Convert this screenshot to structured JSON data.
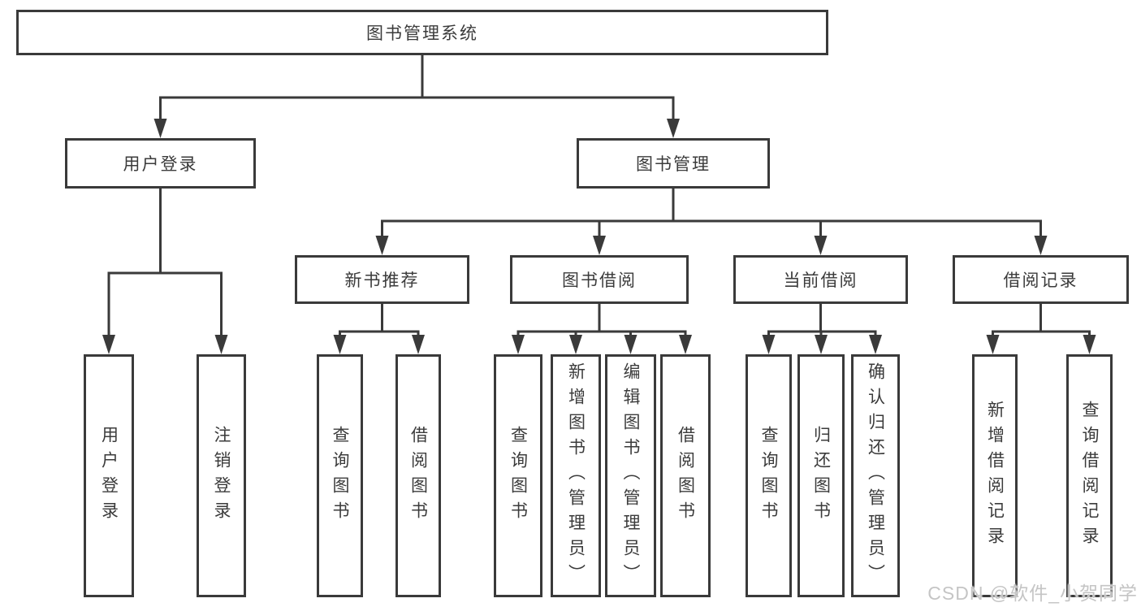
{
  "nodes": {
    "root": "图书管理系统",
    "user_login": "用户登录",
    "book_management": "图书管理",
    "new_book_recommend": "新书推荐",
    "book_borrowing": "图书借阅",
    "current_borrowing": "当前借阅",
    "borrowing_records": "借阅记录",
    "leaf_user_login": "用户登录",
    "leaf_logout_login": "注销登录",
    "leaf_query_books_recommend": "查询图书",
    "leaf_borrow_books_recommend": "借阅图书",
    "leaf_query_books_borrowing": "查询图书",
    "leaf_add_books_admin": "新增图书（管理员）",
    "leaf_edit_books_admin": "编辑图书（管理员）",
    "leaf_borrow_books_borrowing": "借阅图书",
    "leaf_query_books_current": "查询图书",
    "leaf_return_books": "归还图书",
    "leaf_confirm_return_admin": "确认归还（管理员）",
    "leaf_add_borrow_record": "新增借阅记录",
    "leaf_query_borrow_record": "查询借阅记录"
  },
  "watermark": "CSDN @软件_小贺同学",
  "colors": {
    "line": "#3a3a3a",
    "text": "#3b3b3b",
    "watermark": "#c5c5c5",
    "background": "#ffffff"
  }
}
